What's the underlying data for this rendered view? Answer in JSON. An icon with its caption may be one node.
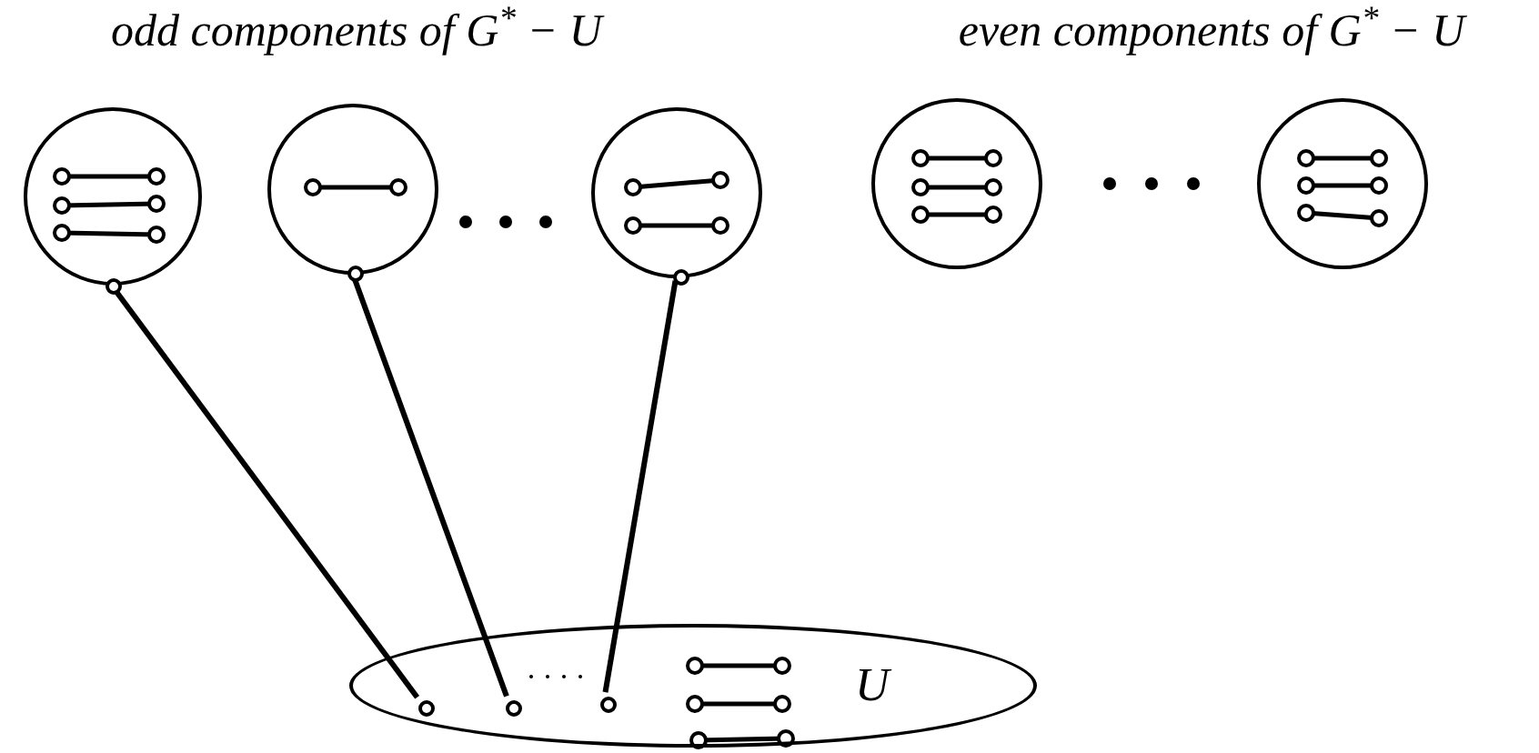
{
  "diagram": {
    "nodes": [
      {
        "text": [],
        "shape": "circle"
      },
      {
        "text": [],
        "shape": "circle"
      },
      {
        "text": [],
        "shape": "circle"
      },
      {
        "text": [],
        "shape": "circle"
      },
      {
        "text": [],
        "shape": "circle"
      },
      {
        "text": [
          "U"
        ]
      },
      {
        "text": [],
        "shape": "circle",
        "in": 0
      },
      {
        "text": [],
        "shape": "circle",
        "in": 1
      },
      {
        "text": [],
        "shape": "circle",
        "in": 2
      },
      {
        "text": [],
        "shape": "circle",
        "in": 5
      },
      {
        "text": [],
        "shape": "circle",
        "in": 5
      },
      {
        "text": [],
        "shape": "circle",
        "in": 5
      }
    ],
    "edges": [
      {
        "from": 6,
        "to": 9,
        "arrow": "none"
      },
      {
        "from": 7,
        "to": 10,
        "arrow": "none"
      },
      {
        "from": 8,
        "to": 11,
        "arrow": "none"
      }
    ],
    "labels": [
      "odd components of G$^{*}$ − U",
      "even components of G$^{*}$ − U"
    ]
  }
}
